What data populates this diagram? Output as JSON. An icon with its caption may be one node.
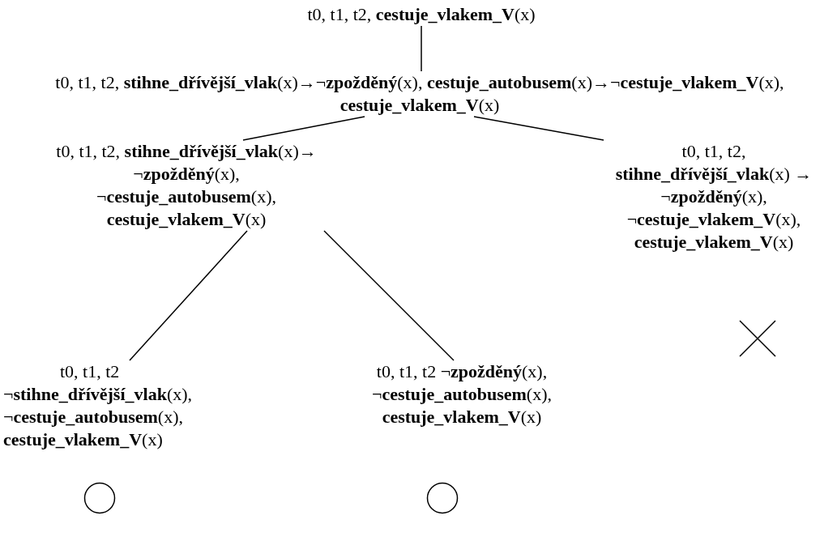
{
  "diagram": {
    "nodes": [
      {
        "text": [
          "t0, t1, t2, **cestuje_vlakem_V**(x)"
        ]
      },
      {
        "text": [
          "t0, t1, t2, **stihne_dřívější_vlak**(x)→¬**zpožděný**(x), **cestuje_autobusem**(x)→¬**cestuje_vlakem_V**(x), **cestuje_vlakem_V**(x)"
        ]
      },
      {
        "text": [
          "t0, t1, t2, **stihne_dřívější_vlak**(x)→ ¬**zpožděný**(x), ¬**cestuje_autobusem**(x), **cestuje_vlakem_V**(x)"
        ]
      },
      {
        "text": [
          "t0, t1, t2, **stihne_dřívější_vlak**(x) → ¬**zpožděný**(x), ¬**cestuje_vlakem_V**(x), **cestuje_vlakem_V**(x)"
        ]
      },
      {
        "text": [],
        "shape": "cross"
      },
      {
        "text": [
          "t0, t1, t2 ¬**stihne_dřívější_vlak**(x), ¬**cestuje_autobusem**(x), **cestuje_vlakem_V**(x)"
        ]
      },
      {
        "text": [
          "t0, t1, t2 ¬**zpožděný**(x), ¬**cestuje_autobusem**(x), **cestuje_vlakem_V**(x)"
        ]
      },
      {
        "text": [],
        "shape": "circle"
      },
      {
        "text": [],
        "shape": "circle"
      }
    ],
    "edges": [
      {
        "from": 0,
        "to": 1,
        "arrow": "none"
      },
      {
        "from": 1,
        "to": 2,
        "arrow": "none"
      },
      {
        "from": 1,
        "to": 3,
        "arrow": "none"
      },
      {
        "from": 2,
        "to": 5,
        "arrow": "none"
      },
      {
        "from": 2,
        "to": 6,
        "arrow": "none"
      }
    ]
  }
}
